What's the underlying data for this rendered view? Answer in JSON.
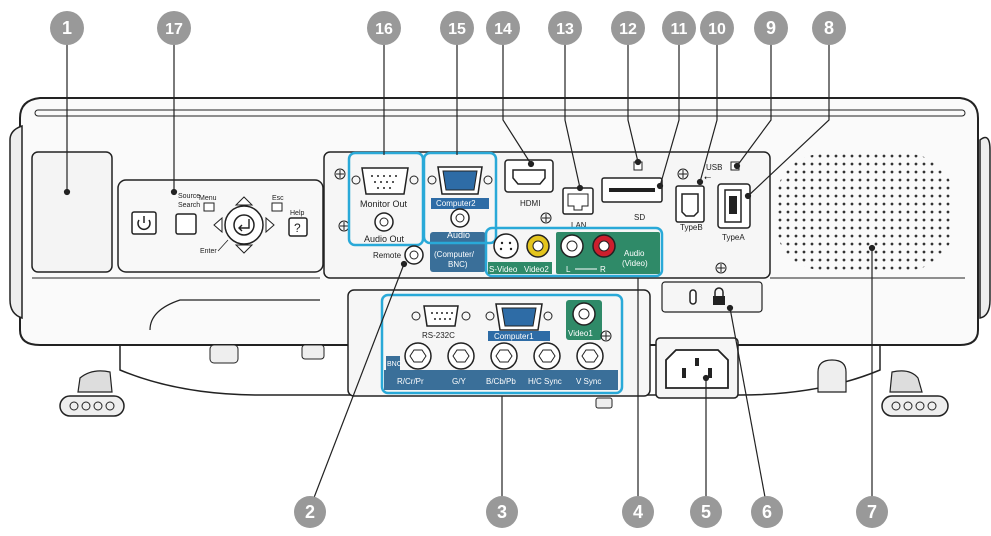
{
  "callouts": {
    "c1": "❶",
    "c2": "❷",
    "c3": "❸",
    "c4": "❹",
    "c5": "❺",
    "c6": "❻",
    "c7": "❼",
    "c8": "❽",
    "c9": "❾",
    "c10": "❿",
    "c11": "⓫",
    "c12": "⓬",
    "c13": "⓭",
    "c14": "⓮",
    "c15": "⓯",
    "c16": "⓰",
    "c17": "⓱"
  },
  "control_panel": {
    "menu": "Menu",
    "source_search_1": "Source",
    "source_search_2": "Search",
    "esc": "Esc",
    "help": "Help",
    "enter": "Enter"
  },
  "ports": {
    "monitor_out": "Monitor Out",
    "audio_out": "Audio Out",
    "computer2": "Computer2",
    "audio": "Audio",
    "computer_bnc_1": "(Computer/",
    "computer_bnc_2": "BNC)",
    "hdmi": "HDMI",
    "lan": "LAN",
    "sd": "SD",
    "usb": "USB",
    "typeb": "TypeB",
    "typea": "TypeA",
    "remote": "Remote",
    "s_video": "S-Video",
    "video2": "Video2",
    "l": "L",
    "r": "R",
    "audio_video_1": "Audio",
    "audio_video_2": "(Video)",
    "rs232c": "RS-232C",
    "computer1": "Computer1",
    "video1": "Video1",
    "bnc": "BNC",
    "r_cr_pr": "R/Cr/Pr",
    "g_y": "G/Y",
    "b_cb_pb": "B/Cb/Pb",
    "h_c_sync": "H/C Sync",
    "v_sync": "V Sync"
  },
  "colors": {
    "body_fill": "#fafafa",
    "outline": "#222222",
    "callout": "#999999",
    "callout_text": "#ffffff",
    "highlight": "#29a9d8",
    "port_blue": "#2e6ca6",
    "port_green": "#2f8a68",
    "label_fill": "#3a6f99"
  }
}
